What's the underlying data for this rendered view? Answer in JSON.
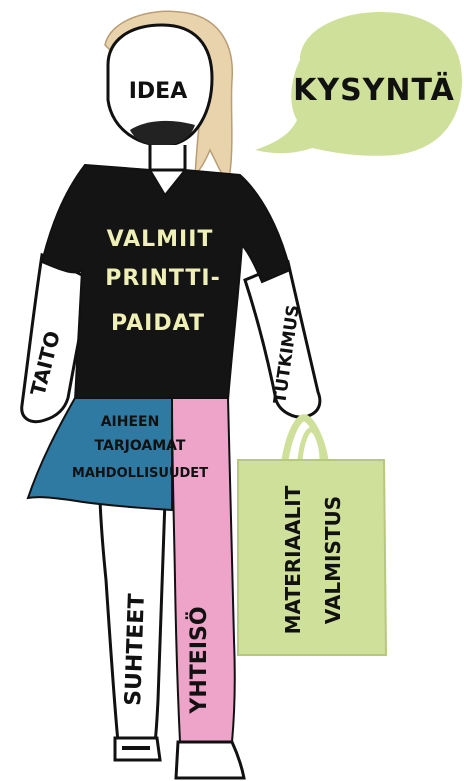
{
  "labels": {
    "head": "IDEA",
    "speech": "KYSYNTÄ",
    "shirt_line1": "VALMIIT",
    "shirt_line2": "PRINTTI-",
    "shirt_line3": "PAIDAT",
    "left_arm": "TAITO",
    "right_arm": "TUTKIMUS",
    "skirt_line1": "AIHEEN",
    "skirt_line2": "TARJOAMAT",
    "skirt_line3": "MAHDOLLISUUDET",
    "left_leg": "SUHTEET",
    "right_leg": "YHTEISÖ",
    "bag_line1": "MATERIAALIT",
    "bag_line2": "VALMISTUS"
  },
  "colors": {
    "speech_bubble": "#cfe09a",
    "shirt": "#141414",
    "shirt_text": "#eef0b5",
    "skirt": "#2f7aa3",
    "right_leg": "#eea4c8",
    "bag": "#cfe09a",
    "hair": "#e9d3ad",
    "outline": "#111111"
  }
}
